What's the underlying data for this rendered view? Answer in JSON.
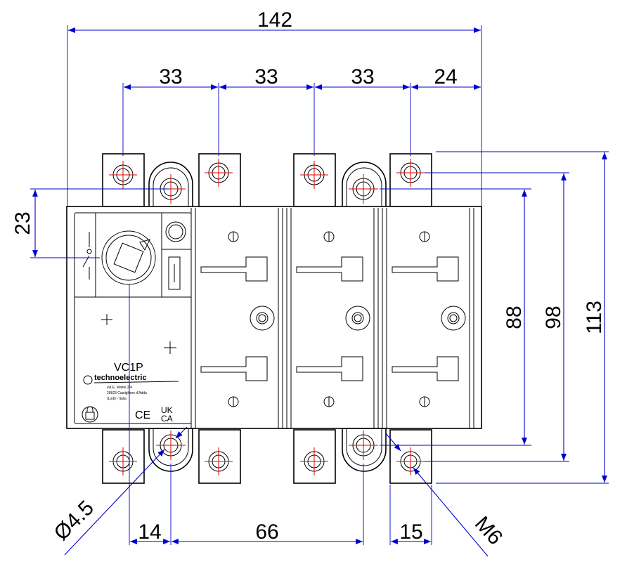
{
  "dimensions": {
    "overall_width": "142",
    "pitch_1": "33",
    "pitch_2": "33",
    "pitch_3": "33",
    "end_offset": "24",
    "top_offset": "23",
    "height_88": "88",
    "height_98": "98",
    "height_113": "113",
    "hole_offset": "14",
    "hole_spacing": "66",
    "terminal_width": "15",
    "hole_diameter": "Ø4.5",
    "thread": "M6"
  },
  "product": {
    "model": "VC1P",
    "brand": "technoelectric",
    "address_1": "via E. Mattei 2/4",
    "address_2": "26823 Castiglione d'Adda",
    "address_3": "(Lodi) - Italia",
    "mark_ce": "CE",
    "mark_uk": "UK",
    "mark_ca": "CA"
  },
  "colors": {
    "outline": "#000000",
    "dimension": "#0000cc",
    "centerline": "#e00000"
  }
}
